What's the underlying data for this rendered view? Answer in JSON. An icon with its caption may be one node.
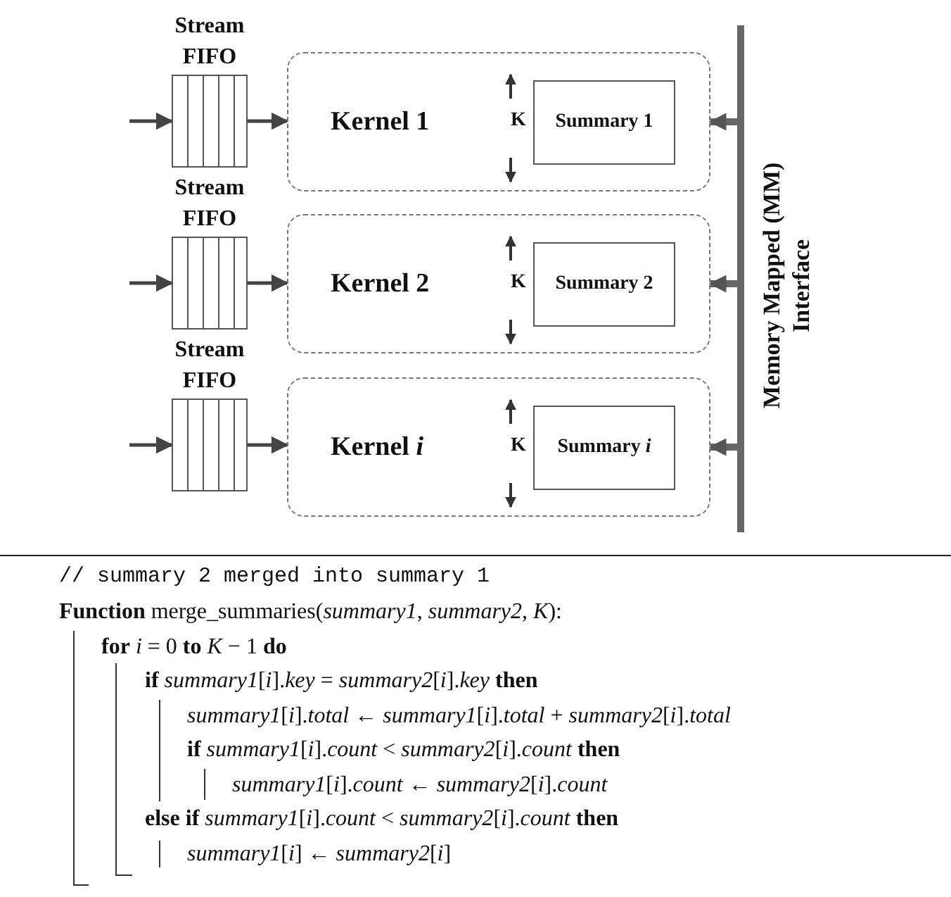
{
  "diagram": {
    "nodes": [
      {
        "text": [
          "Stream FIFO"
        ]
      },
      {
        "text": [
          "Kernel 1"
        ]
      },
      {
        "text": [
          "Summary 1"
        ],
        "in": 1
      },
      {
        "text": [
          "Stream FIFO"
        ]
      },
      {
        "text": [
          "Kernel 2"
        ]
      },
      {
        "text": [
          "Summary 2"
        ],
        "in": 4
      },
      {
        "text": [
          "Stream FIFO"
        ]
      },
      {
        "text": [
          "Kernel *i*"
        ]
      },
      {
        "text": [
          "Summary *i*"
        ],
        "in": 7
      },
      {
        "text": [
          "Memory Mapped (MM) Interface"
        ]
      }
    ],
    "edges": [
      {
        "from": null,
        "to": 0,
        "arrow": "to"
      },
      {
        "from": 0,
        "to": 1,
        "arrow": "to"
      },
      {
        "from": 9,
        "to": 1,
        "arrow": "to",
        "style": "thick"
      },
      {
        "from": null,
        "to": 3,
        "arrow": "to"
      },
      {
        "from": 3,
        "to": 4,
        "arrow": "to"
      },
      {
        "from": 9,
        "to": 4,
        "arrow": "to",
        "style": "thick"
      },
      {
        "from": null,
        "to": 6,
        "arrow": "to"
      },
      {
        "from": 6,
        "to": 7,
        "arrow": "to"
      },
      {
        "from": 9,
        "to": 7,
        "arrow": "to",
        "style": "thick"
      }
    ],
    "labels": [
      "K",
      "K",
      "K",
      "// summary 2 merged into summary 1",
      "**Function** merge_summaries(*summary1*, *summary2*, *K*):",
      "**for** *i* = 0 **to** *K* − 1 **do**",
      "**if** *summary1*[*i*].*key* = *summary2*[*i*].*key* **then**",
      "*summary1*[*i*].*total* ← *summary1*[*i*].*total* + *summary2*[*i*].*total*",
      "**if** *summary1*[*i*].*count* < *summary2*[*i*].*count* **then**",
      "*summary1*[*i*].*count* ← *summary2*[*i*].*count*",
      "**else if** *summary1*[*i*].*count* < *summary2*[*i*].*count* **then**",
      "*summary1*[*i*] ← *summary2*[*i*]"
    ]
  }
}
